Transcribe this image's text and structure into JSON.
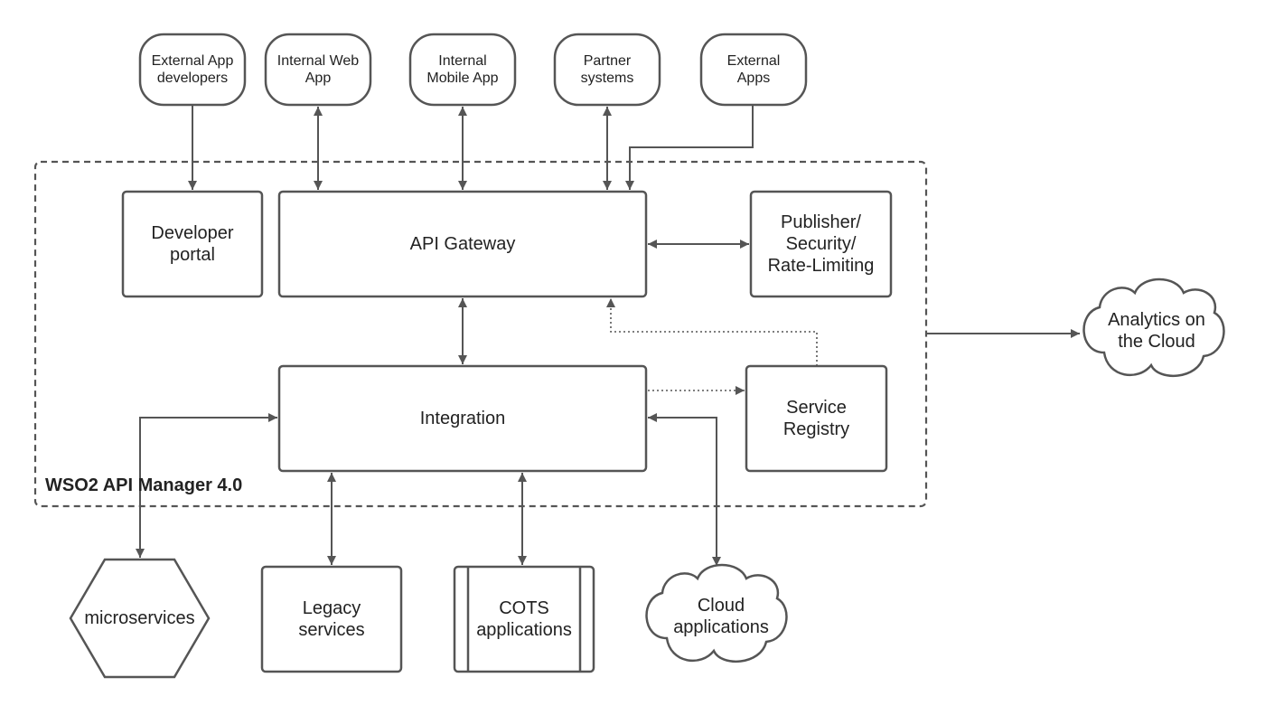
{
  "colors": {
    "stroke": "#555555",
    "text": "#222222",
    "background": "#ffffff"
  },
  "container": {
    "label": "WSO2 API Manager 4.0"
  },
  "clients": [
    {
      "id": "ext-dev",
      "lines": [
        "External App",
        "developers"
      ]
    },
    {
      "id": "int-web",
      "lines": [
        "Internal Web",
        "App"
      ]
    },
    {
      "id": "int-mobile",
      "lines": [
        "Internal",
        "Mobile App"
      ]
    },
    {
      "id": "partner",
      "lines": [
        "Partner",
        "systems"
      ]
    },
    {
      "id": "ext-apps",
      "lines": [
        "External",
        "Apps"
      ]
    }
  ],
  "components": {
    "developer_portal": [
      "Developer",
      "portal"
    ],
    "api_gateway": [
      "API Gateway"
    ],
    "publisher": [
      "Publisher/",
      "Security/",
      "Rate-Limiting"
    ],
    "integration": [
      "Integration"
    ],
    "service_registry": [
      "Service",
      "Registry"
    ]
  },
  "backends": {
    "microservices": [
      "microservices"
    ],
    "legacy": [
      "Legacy",
      "services"
    ],
    "cots": [
      "COTS",
      "applications"
    ],
    "cloud_apps": [
      "Cloud",
      "applications"
    ]
  },
  "analytics": [
    "Analytics on",
    "the Cloud"
  ]
}
